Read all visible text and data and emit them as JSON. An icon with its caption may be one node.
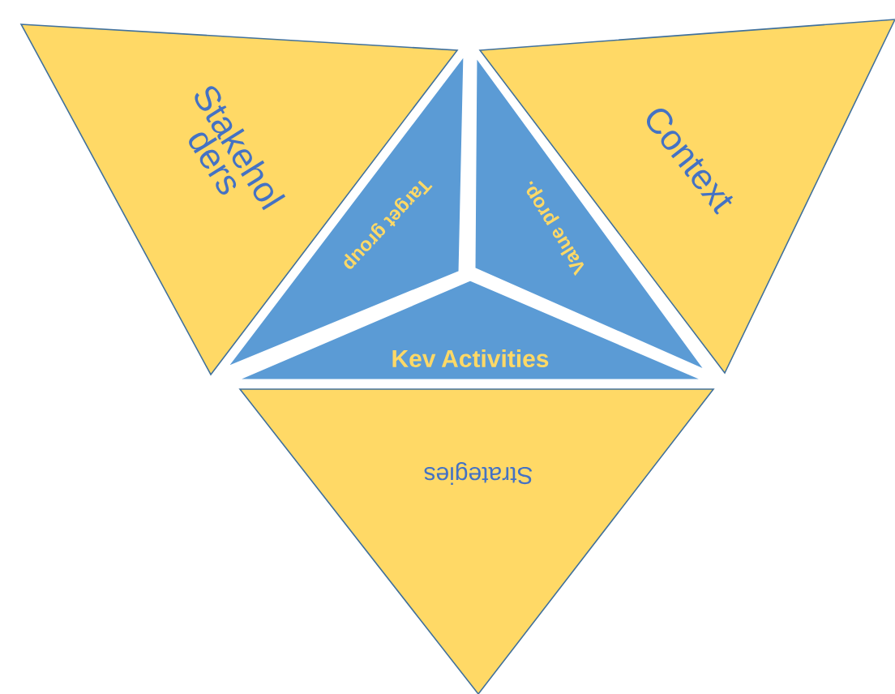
{
  "diagram": {
    "nodes": [
      {
        "text": [
          "Stakehol ders"
        ]
      },
      {
        "text": [
          "Target group"
        ]
      },
      {
        "text": [
          "Value prop."
        ]
      },
      {
        "text": [
          "Context"
        ]
      },
      {
        "text": [
          "Kev Activities"
        ]
      },
      {
        "text": [
          "Strategies"
        ]
      }
    ]
  }
}
